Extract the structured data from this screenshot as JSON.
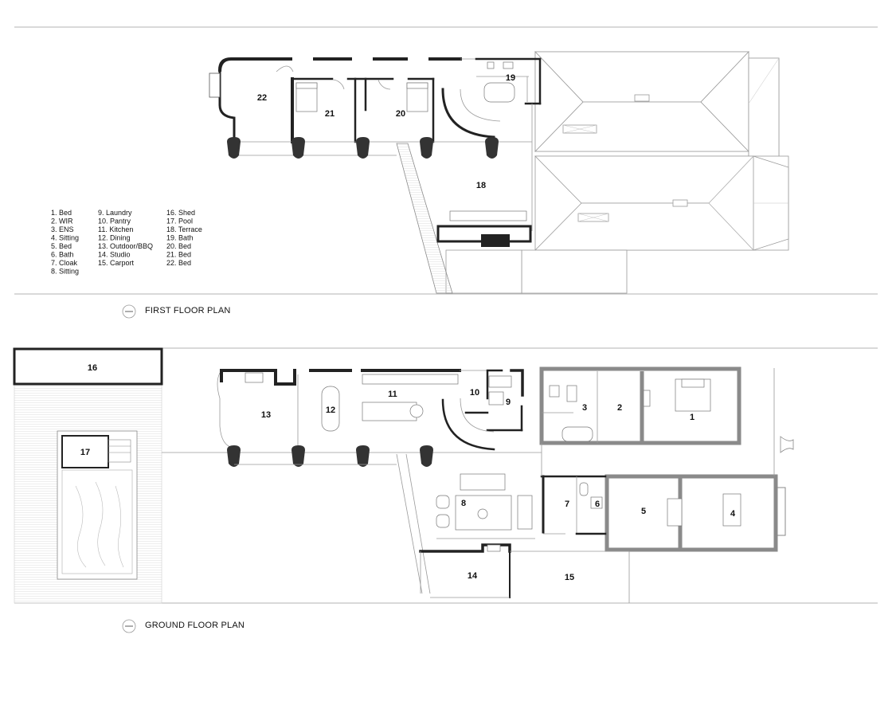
{
  "plans": [
    {
      "title": "FIRST FLOOR PLAN"
    },
    {
      "title": "GROUND FLOOR PLAN"
    }
  ],
  "legend": [
    [
      "1. Bed",
      "2. WIR",
      "3. ENS",
      "4. Sitting",
      "5. Bed",
      "6. Bath",
      "7. Cloak",
      "8. Sitting"
    ],
    [
      "9. Laundry",
      "10. Pantry",
      "11. Kitchen",
      "12. Dining",
      "13. Outdoor/BBQ",
      "14. Studio",
      "15. Carport"
    ],
    [
      "16. Shed",
      "17. Pool",
      "18. Terrace",
      "19. Bath",
      "20. Bed",
      "21. Bed",
      "22. Bed"
    ]
  ],
  "first_floor_rooms": [
    "22",
    "21",
    "20",
    "19",
    "18"
  ],
  "ground_floor_rooms": [
    "16",
    "17",
    "13",
    "12",
    "11",
    "10",
    "9",
    "3",
    "2",
    "1",
    "7",
    "6",
    "5",
    "4",
    "8",
    "14",
    "15"
  ],
  "colors": {
    "wall": "#222222",
    "existing_wall": "#8a8a8a",
    "roof_line": "#9a9a9a"
  }
}
